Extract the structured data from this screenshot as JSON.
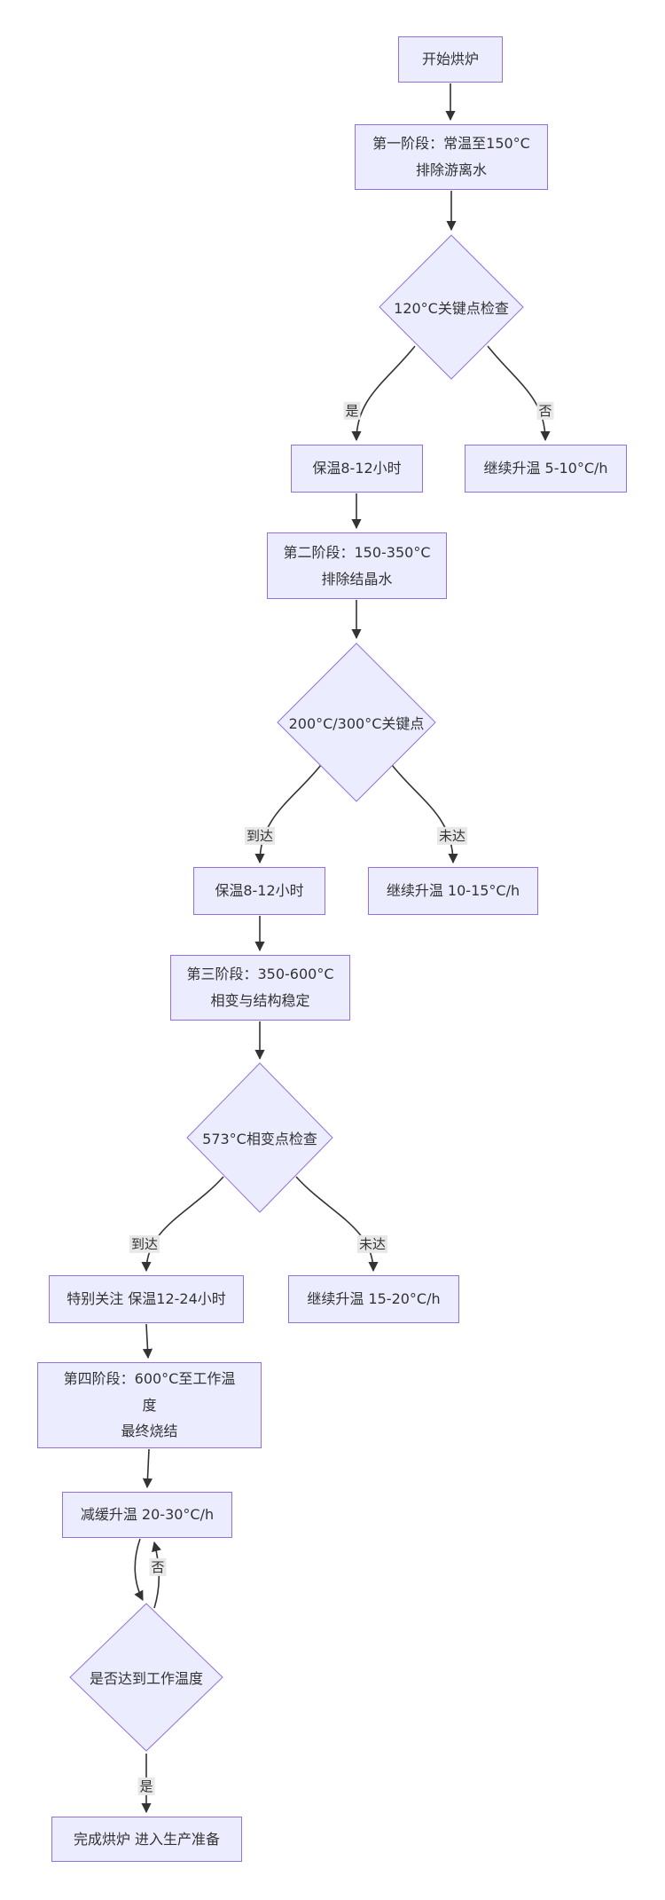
{
  "colors": {
    "node_fill": "#ECECFF",
    "node_border": "#9370DB",
    "edge_line": "#333333",
    "edge_label_bg": "#e8e8e8",
    "text": "#333333",
    "background": "#ffffff"
  },
  "nodes": {
    "start": {
      "lines": [
        "开始烘炉"
      ]
    },
    "stage1": {
      "lines": [
        "第一阶段：常温至150°C",
        "排除游离水"
      ]
    },
    "check120": {
      "label": "120°C关键点检查"
    },
    "hold1": {
      "lines": [
        "保温8-12小时"
      ]
    },
    "cont1": {
      "lines": [
        "继续升温 5-10°C/h"
      ]
    },
    "stage2": {
      "lines": [
        "第二阶段：150-350°C",
        "排除结晶水"
      ]
    },
    "check200_300": {
      "label": "200°C/300°C关键点"
    },
    "hold2": {
      "lines": [
        "保温8-12小时"
      ]
    },
    "cont2": {
      "lines": [
        "继续升温 10-15°C/h"
      ]
    },
    "stage3": {
      "lines": [
        "第三阶段：350-600°C",
        "相变与结构稳定"
      ]
    },
    "check573": {
      "label": "573°C相变点检查"
    },
    "special_hold": {
      "lines": [
        "特别关注 保温12-24小时"
      ]
    },
    "cont3": {
      "lines": [
        "继续升温 15-20°C/h"
      ]
    },
    "stage4": {
      "lines": [
        "第四阶段：600°C至工作温",
        "度",
        "最终烧结"
      ]
    },
    "slow_heat": {
      "lines": [
        "减缓升温 20-30°C/h"
      ]
    },
    "check_work_temp": {
      "label": "是否达到工作温度"
    },
    "done": {
      "lines": [
        "完成烘炉 进入生产准备"
      ]
    }
  },
  "edge_labels": {
    "yes1": "是",
    "no1": "否",
    "reached2": "到达",
    "not_reached2": "未达",
    "reached3": "到达",
    "not_reached3": "未达",
    "no_loop": "否",
    "yes_final": "是"
  }
}
